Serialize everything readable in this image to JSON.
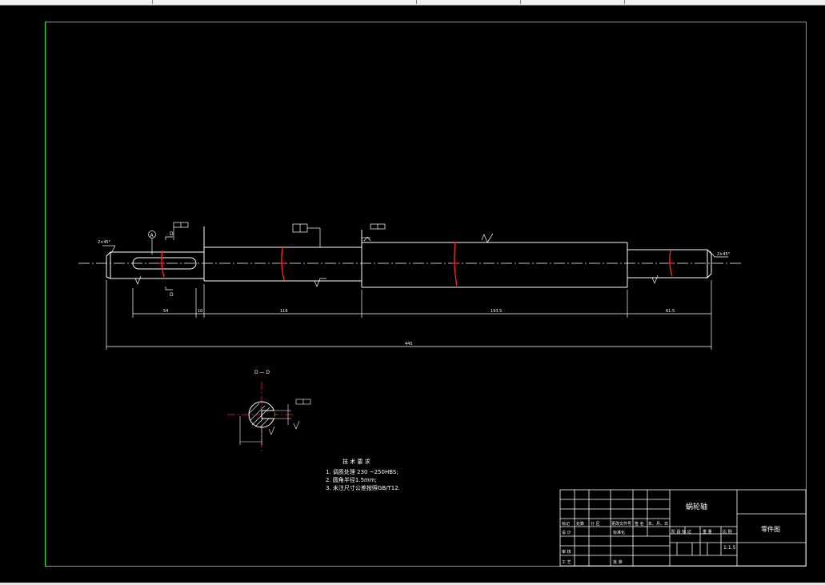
{
  "drawing": {
    "part_name": "蜗轮轴",
    "drawing_type": "零件图",
    "scale": "1:1.5",
    "section_label": "D — D",
    "cut_letter_top": "D",
    "cut_letter_bottom": "D",
    "datum": "A",
    "chamfer_left": "2×45°",
    "chamfer_right": "2×45°",
    "tech_title": "技 术 要 求",
    "tech_req_1": "1. 调质处理 230   ~250HBS;",
    "tech_req_2": "2. 圆角半径1.5mm;",
    "tech_req_3": "3. 未注尺寸公差按照GB/T12."
  },
  "title_block": {
    "mark": "标记",
    "count": "处数",
    "zone": "分 区",
    "change_doc": "更改文件号",
    "signature": "签 名",
    "date": "年、月、日",
    "designer": "设 计",
    "standardize": "标准化",
    "stage_mark": "阶 段 标 记",
    "weight": "重 量",
    "ratio": "比 例",
    "reviewer": "审 核",
    "process": "工 艺",
    "approve": "批 准"
  }
}
